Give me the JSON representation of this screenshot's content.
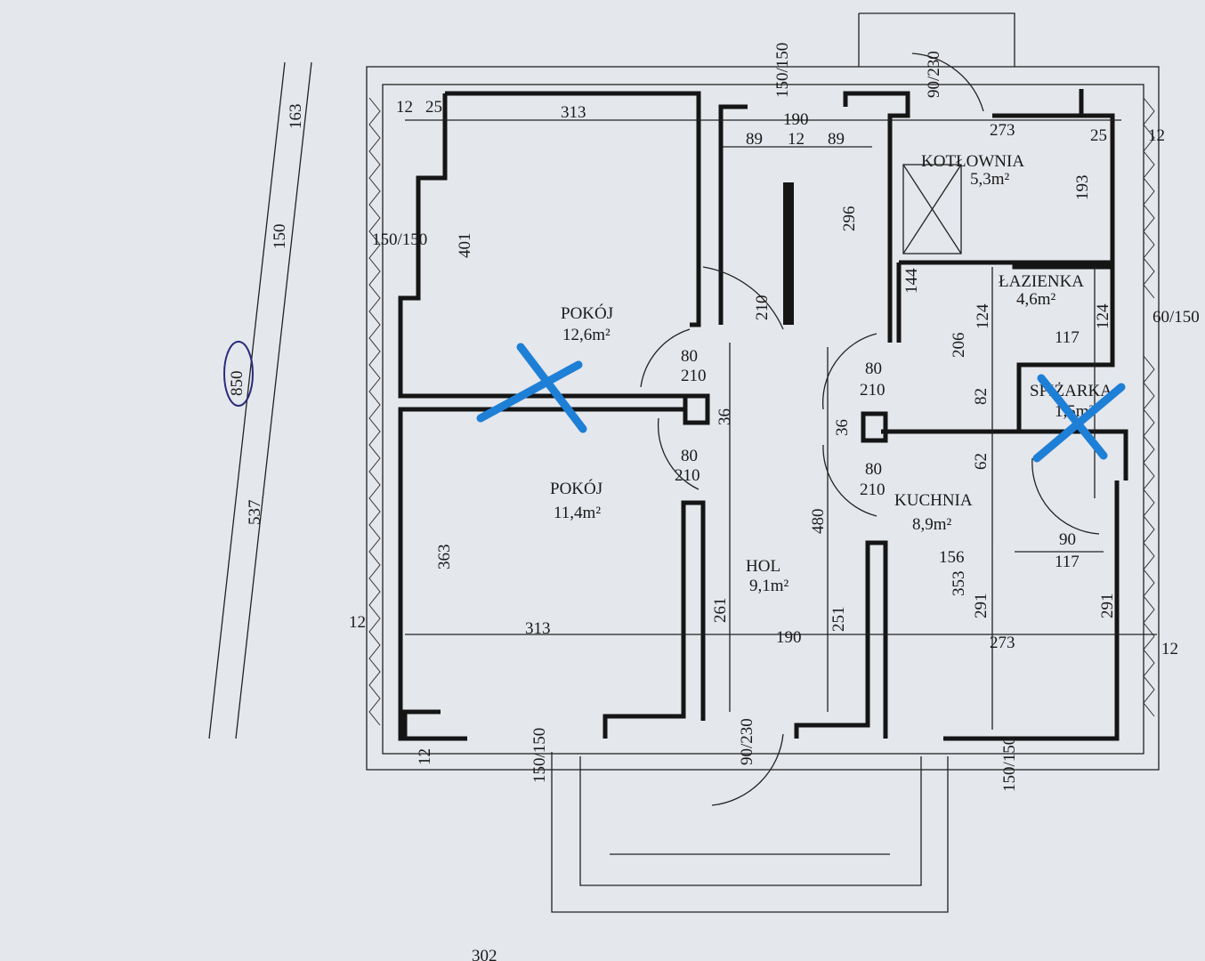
{
  "rooms": [
    {
      "name": "POKÓJ",
      "area": "12,6m²"
    },
    {
      "name": "POKÓJ",
      "area": "11,4m²"
    },
    {
      "name": "HOL",
      "area": "9,1m²"
    },
    {
      "name": "KOTŁOWNIA",
      "area": "5,3m²"
    },
    {
      "name": "ŁAZIENKA",
      "area": "4,6m²"
    },
    {
      "name": "SPIŻARKA",
      "area": "1,5m²"
    },
    {
      "name": "KUCHNIA",
      "area": "8,9m²"
    }
  ],
  "dims": {
    "top_313": "313",
    "top_190": "190",
    "top_89a": "89",
    "top_12": "12",
    "top_89b": "89",
    "top_273": "273",
    "left_163": "163",
    "left_150": "150",
    "left_537": "537",
    "left_850": "850",
    "d_401": "401",
    "d_363": "363",
    "d_296": "296",
    "d_210": "210",
    "d_480": "480",
    "d_261": "261",
    "d_251": "251",
    "d_193": "193",
    "d_144": "144",
    "d_124a": "124",
    "d_124b": "124",
    "d_206": "206",
    "d_82": "82",
    "d_62": "62",
    "d_117a": "117",
    "d_117b": "117",
    "d_156": "156",
    "d_90": "90",
    "d_353": "353",
    "d_291a": "291",
    "d_291b": "291",
    "bot_313": "313",
    "bot_190": "190",
    "bot_273": "273",
    "d_36a": "36",
    "d_36b": "36",
    "door_80": "80",
    "door_210": "210",
    "entry": "90/230",
    "win_150": "150/150",
    "win_60": "60/150",
    "wall_12": "12",
    "wall_25": "25",
    "bottom_cut": "302"
  },
  "colors": {
    "walls": "#151515",
    "marks": "#1e7fd6",
    "circle": "#2a2a7a"
  }
}
